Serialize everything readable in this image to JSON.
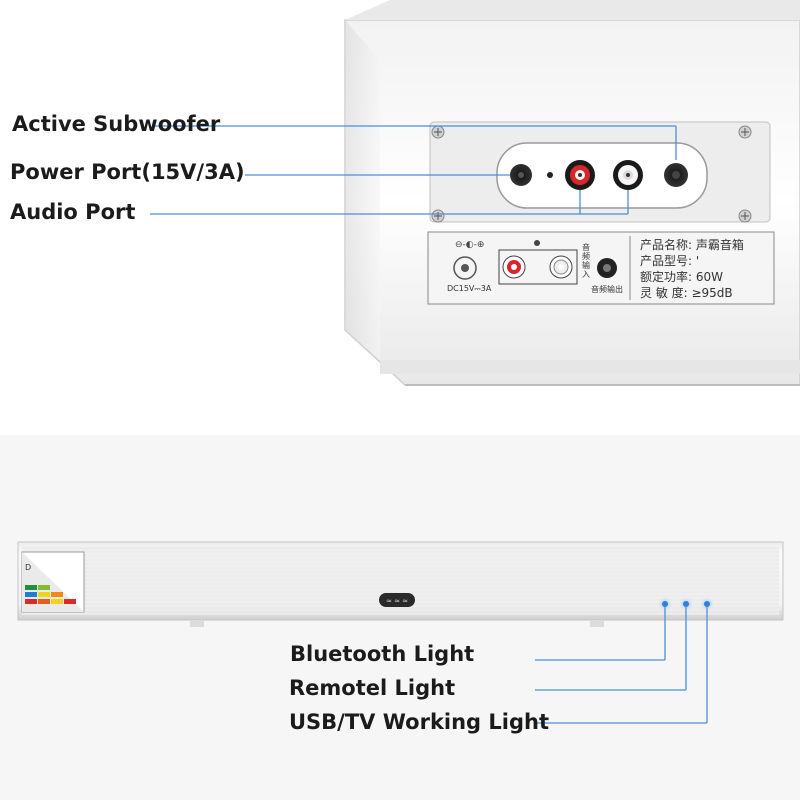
{
  "top_labels": {
    "subwoofer": "Active Subwoofer",
    "power": "Power Port(15V/3A)",
    "audio": "Audio Port"
  },
  "plate": {
    "dc_label": "DC15V⎓3A",
    "audio_in": "音频输入",
    "audio_out": "音频输出",
    "product_name": "产品名称: 声霸音箱",
    "product_model": "产品型号: '",
    "rated_power": "额定功率: 60W",
    "sensitivity": "灵 敏 度: ≥95dB"
  },
  "bottom_labels": {
    "bluetooth": "Bluetooth Light",
    "remote": "Remotel Light",
    "usb": "USB/TV Working Light"
  },
  "colors": {
    "leader_line": "#4a8fd9",
    "indicator": "#2d7fe0",
    "rca_red": "#d8262b"
  }
}
